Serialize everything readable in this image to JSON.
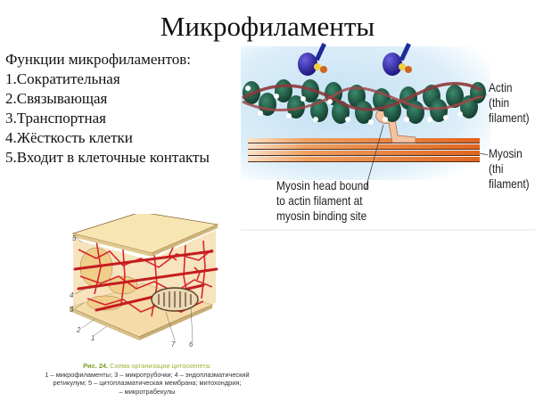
{
  "slide": {
    "title": "Микрофиламенты"
  },
  "functions": {
    "heading": "Функции микрофиламентов:",
    "items": [
      "1.Сократительная",
      "2.Связывающая",
      "3.Транспортная",
      "4.Жёсткость клетки",
      "5.Входит в клеточные контакты"
    ]
  },
  "actin_myosin_figure": {
    "labels": {
      "actin_line1": "Actin (thin",
      "actin_line2": "filament)",
      "myosin_line1": "Myosin (thi",
      "myosin_line2": "filament)",
      "head_line1": "Myosin head bound",
      "head_line2": "to actin filament at",
      "head_line3": "myosin binding site"
    },
    "colors": {
      "actin": "#1f5a45",
      "tropomyosin": "#8b3a3a",
      "troponin": "#3a2fa8",
      "myosin": "#e2732c",
      "background": "#cfe6f5"
    }
  },
  "cytoskeleton_figure": {
    "numbers": [
      "5",
      "4",
      "3",
      "2",
      "1",
      "7",
      "6"
    ],
    "caption": {
      "fig_label": "Рис. 24.",
      "fig_title": " Схема организации цитоскелета:",
      "line1": "1 – микрофиламенты; 3 – микротрубочки; 4 – эндоплазматический",
      "line2": "ретикулум; 5 – цитоплазматическая мембрана; митохондрия;",
      "line3": "– микротрабекулы"
    }
  }
}
